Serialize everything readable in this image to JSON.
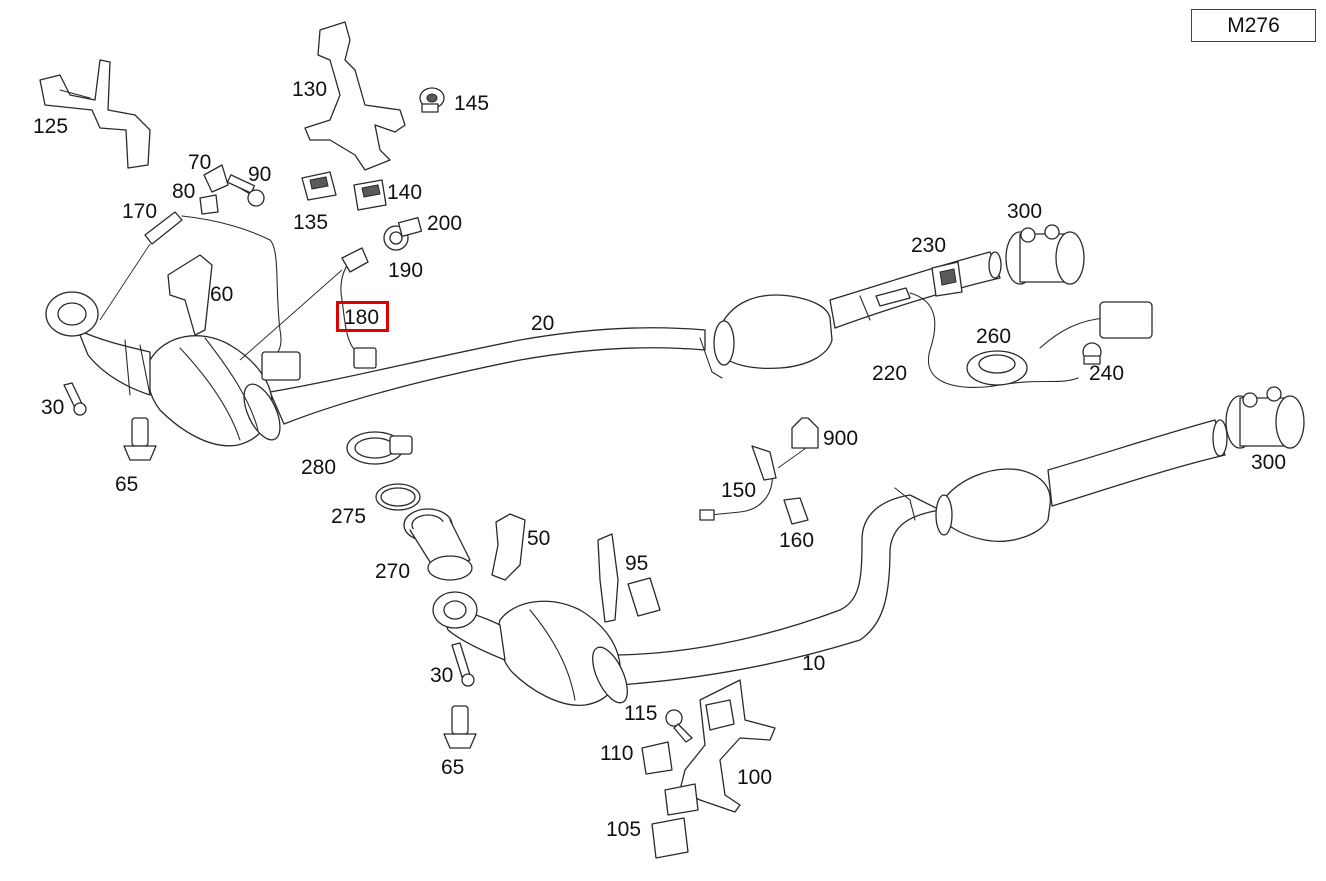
{
  "model_code": "M276",
  "highlight_color": "#e00000",
  "highlighted_part": "180",
  "callouts": {
    "p125": "125",
    "p130": "130",
    "p145": "145",
    "p70": "70",
    "p90": "90",
    "p80": "80",
    "p170": "170",
    "p140": "140",
    "p135": "135",
    "p200": "200",
    "p190": "190",
    "p60": "60",
    "p180": "180",
    "p20": "20",
    "p300a": "300",
    "p230": "230",
    "p260": "260",
    "p220": "220",
    "p240": "240",
    "p30a": "30",
    "p65a": "65",
    "p280": "280",
    "p275": "275",
    "p270": "270",
    "p50": "50",
    "p95": "95",
    "p900": "900",
    "p150": "150",
    "p160": "160",
    "p300b": "300",
    "p10": "10",
    "p30b": "30",
    "p65b": "65",
    "p115": "115",
    "p110": "110",
    "p100": "100",
    "p105": "105"
  }
}
